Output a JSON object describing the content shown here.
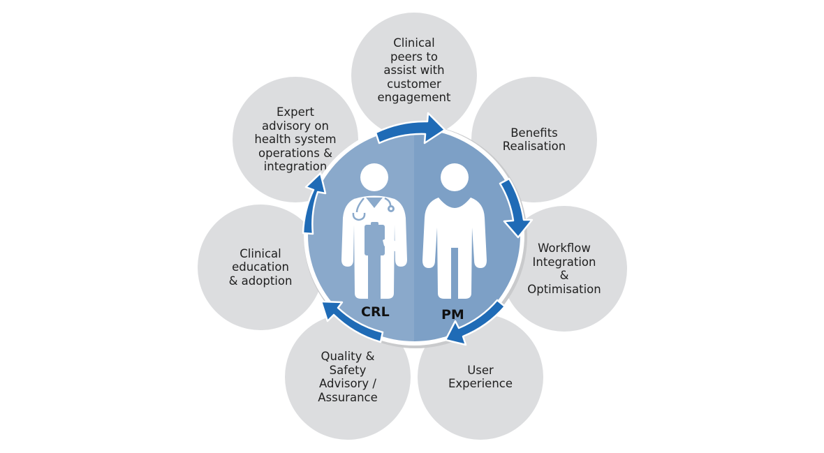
{
  "colors": {
    "bubble_fill": "#dcdddf",
    "center_left": "#8aa9cb",
    "center_right": "#7da0c6",
    "arrow": "#1f6bb6",
    "ring": "#ffffff",
    "figure": "#ffffff",
    "text": "#1f1f1f"
  },
  "center": {
    "roles": [
      {
        "id": "crl",
        "label": "CRL",
        "icon": "doctor-with-stethoscope-and-clipboard-icon"
      },
      {
        "id": "pm",
        "label": "PM",
        "icon": "person-icon"
      }
    ]
  },
  "cycle": {
    "direction": "clockwise",
    "arrow_count": 5
  },
  "bubbles": [
    {
      "id": "clinical-peers",
      "text": "Clinical\npeers to\nassist with\ncustomer\nengagement"
    },
    {
      "id": "benefits",
      "text": "Benefits\nRealisation"
    },
    {
      "id": "workflow",
      "text": "Workflow\nIntegration\n&\nOptimisation"
    },
    {
      "id": "user-experience",
      "text": "User\nExperience"
    },
    {
      "id": "quality-safety",
      "text": "Quality &\nSafety\nAdvisory /\nAssurance"
    },
    {
      "id": "clinical-education",
      "text": "Clinical\neducation\n& adoption"
    },
    {
      "id": "expert-advisory",
      "text": "Expert\nadvisory on\nhealth system\noperations &\nintegration"
    }
  ]
}
